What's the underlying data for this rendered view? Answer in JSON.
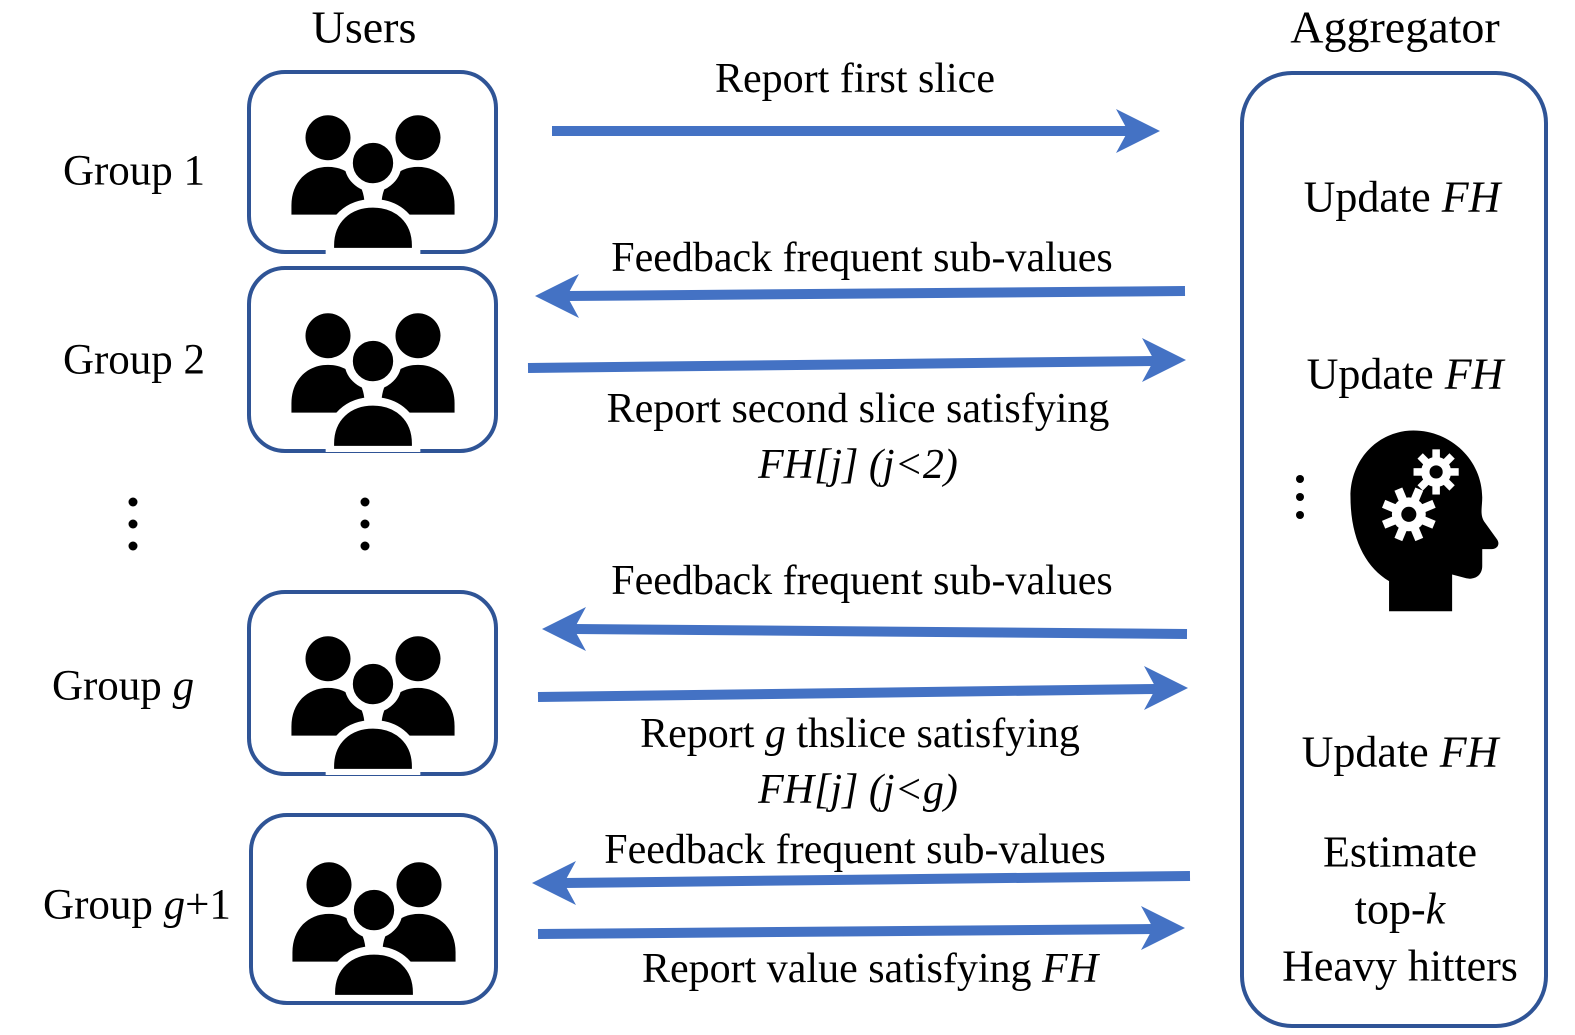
{
  "colors": {
    "arrow-blue": "#4472C4",
    "border-blue": "#2F5496",
    "icon-black": "#000000",
    "text-black": "#000000",
    "background": "#FFFFFF"
  },
  "users_column": {
    "title": "Users",
    "ellipsis_icon": "vertical-ellipsis-icon",
    "groups": [
      {
        "icon": "people-group-icon",
        "label": [
          {
            "t": "Group 1"
          }
        ]
      },
      {
        "icon": "people-group-icon",
        "label": [
          {
            "t": "Group 2"
          }
        ]
      },
      {
        "icon": "people-group-icon",
        "label": [
          {
            "t": "Group "
          },
          {
            "t": "g",
            "i": true
          }
        ]
      },
      {
        "icon": "people-group-icon",
        "label": [
          {
            "t": "Group "
          },
          {
            "t": "g",
            "i": true
          },
          {
            "t": "+1"
          }
        ]
      }
    ]
  },
  "aggregator_column": {
    "title": "Aggregator",
    "icon": "head-with-gears-icon",
    "ellipsis_icon": "vertical-ellipsis-icon",
    "update_fh_labels": [
      [
        {
          "t": "Update "
        },
        {
          "t": "FH",
          "i": true
        }
      ],
      [
        {
          "t": "Update "
        },
        {
          "t": "FH",
          "i": true
        }
      ],
      [
        {
          "t": "Update "
        },
        {
          "t": "FH",
          "i": true
        }
      ]
    ],
    "estimate_lines": [
      [
        {
          "t": "Estimate"
        }
      ],
      [
        {
          "t": "top-"
        },
        {
          "t": "k",
          "i": true
        }
      ],
      [
        {
          "t": "Heavy hitters"
        }
      ]
    ]
  },
  "messages": [
    {
      "direction": "right",
      "label_lines": [
        [
          {
            "t": "Report first slice"
          }
        ]
      ]
    },
    {
      "direction": "left",
      "label_lines": [
        [
          {
            "t": "Feedback frequent sub-values"
          }
        ]
      ]
    },
    {
      "direction": "right",
      "label_lines": [
        [
          {
            "t": "Report second slice satisfying"
          }
        ],
        [
          {
            "t": "FH[j] (j<2)",
            "i": true
          }
        ]
      ]
    },
    {
      "direction": "left",
      "label_lines": [
        [
          {
            "t": "Feedback frequent sub-values"
          }
        ]
      ]
    },
    {
      "direction": "right",
      "label_lines": [
        [
          {
            "t": "Report "
          },
          {
            "t": "g",
            "i": true
          },
          {
            "t": " thslice satisfying"
          }
        ],
        [
          {
            "t": "FH[j] (j<g)",
            "i": true
          }
        ]
      ]
    },
    {
      "direction": "left",
      "label_lines": [
        [
          {
            "t": "Feedback frequent sub-values"
          }
        ]
      ]
    },
    {
      "direction": "right",
      "label_lines": [
        [
          {
            "t": "Report value satisfying "
          },
          {
            "t": "FH",
            "i": true
          }
        ]
      ]
    }
  ]
}
